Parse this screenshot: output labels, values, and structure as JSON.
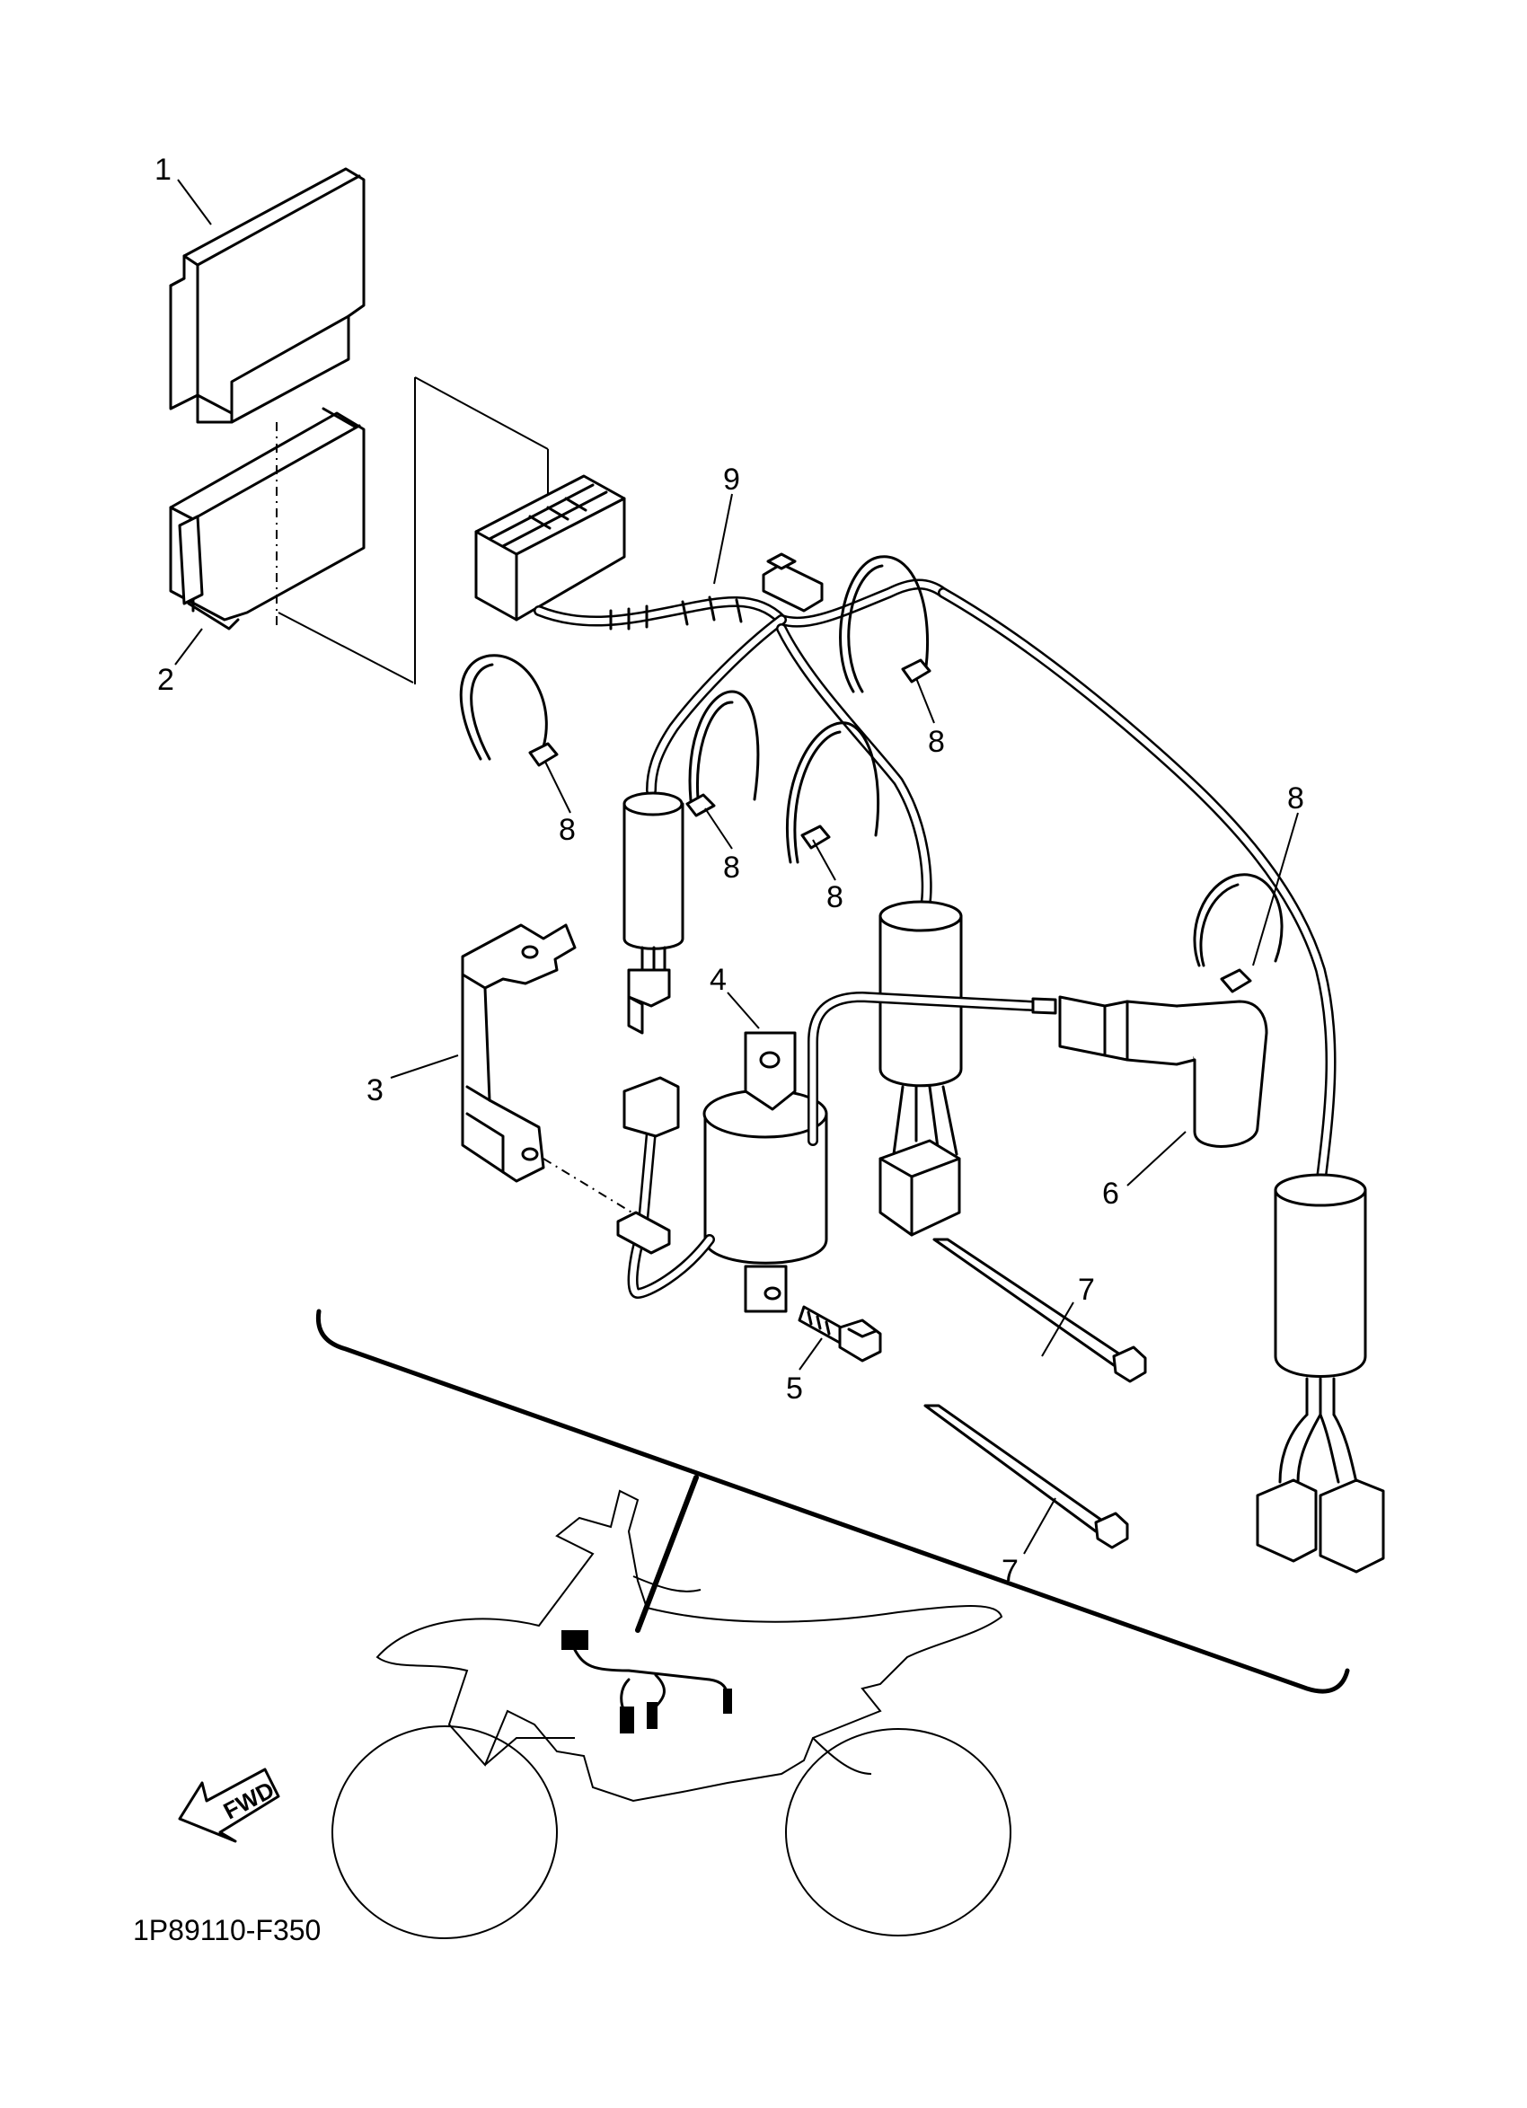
{
  "callouts": [
    "1",
    "2",
    "3",
    "4",
    "5",
    "6",
    "7",
    "7",
    "8",
    "8",
    "8",
    "8",
    "8",
    "9"
  ],
  "fwd_label": "FWD",
  "diagram_code": "1P89110-F350"
}
